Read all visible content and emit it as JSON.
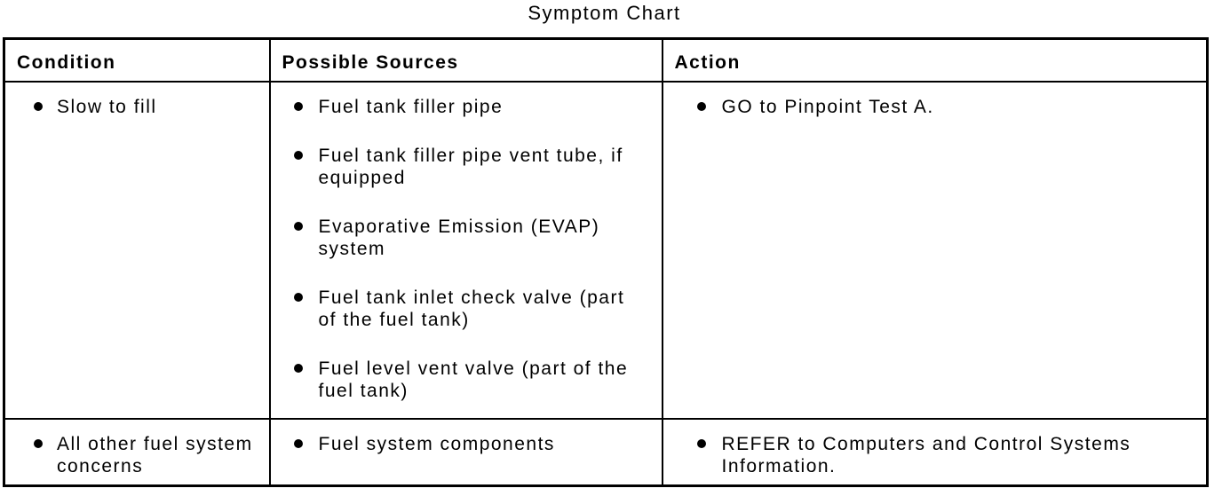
{
  "title": "Symptom Chart",
  "colors": {
    "text": "#000000",
    "border": "#000000",
    "background": "#ffffff"
  },
  "table": {
    "headers": {
      "condition": "Condition",
      "sources": "Possible Sources",
      "action": "Action"
    },
    "rows": [
      {
        "condition": {
          "items": [
            "Slow to fill"
          ]
        },
        "sources": {
          "items": [
            "Fuel tank filler pipe",
            "Fuel tank filler pipe vent tube, if equipped",
            "Evaporative Emission (EVAP) system",
            "Fuel tank inlet check valve (part of the fuel tank)",
            "Fuel level vent valve (part of the fuel tank)"
          ]
        },
        "action": {
          "items": [
            "GO to Pinpoint Test A."
          ]
        }
      },
      {
        "condition": {
          "items": [
            "All other fuel system concerns"
          ]
        },
        "sources": {
          "items": [
            "Fuel system components"
          ]
        },
        "action": {
          "items": [
            "REFER to Computers and Control Systems Information."
          ]
        }
      }
    ]
  }
}
